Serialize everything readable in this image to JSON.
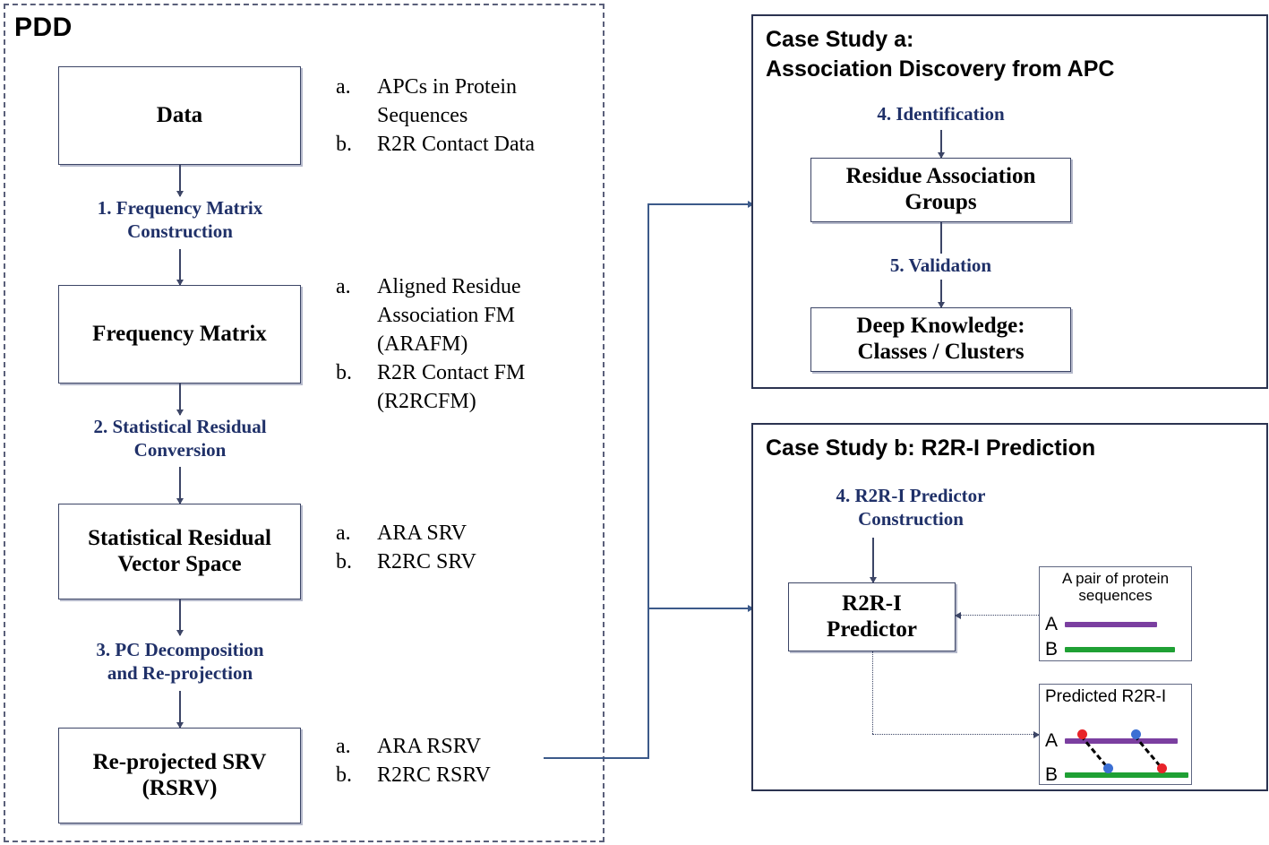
{
  "pdd": {
    "title": "PDD",
    "boxes": {
      "data": "Data",
      "frequency_matrix": "Frequency Matrix",
      "srv_space_line1": "Statistical Residual",
      "srv_space_line2": "Vector Space",
      "rsrv_line1": "Re-projected SRV",
      "rsrv_line2": "(RSRV)"
    },
    "steps": {
      "step1_line1": "1. Frequency Matrix",
      "step1_line2": "Construction",
      "step2_line1": "2. Statistical Residual",
      "step2_line2": "Conversion",
      "step3_line1": "3. PC Decomposition",
      "step3_line2": "and Re-projection"
    },
    "enum_data": [
      {
        "marker": "a.",
        "text": "APCs in Protein Sequences"
      },
      {
        "marker": "b.",
        "text": "R2R Contact Data"
      }
    ],
    "enum_freq": [
      {
        "marker": "a.",
        "text": "Aligned Residue Association FM (ARAFM)"
      },
      {
        "marker": "b.",
        "text": "R2R Contact FM (R2RCFM)"
      }
    ],
    "enum_srv": [
      {
        "marker": "a.",
        "text": "ARA SRV"
      },
      {
        "marker": "b.",
        "text": "R2RC SRV"
      }
    ],
    "enum_rsrv": [
      {
        "marker": "a.",
        "text": "ARA RSRV"
      },
      {
        "marker": "b.",
        "text": "R2RC RSRV"
      }
    ]
  },
  "case_a": {
    "title_line1": "Case Study a:",
    "title_line2": "Association Discovery from APC",
    "step4": "4. Identification",
    "step5": "5. Validation",
    "box_rag_line1": "Residue Association",
    "box_rag_line2": "Groups",
    "box_dk_line1": "Deep Knowledge:",
    "box_dk_line2": "Classes / Clusters"
  },
  "case_b": {
    "title": "Case Study b: R2R-I Prediction",
    "step4_line1": "4. R2R-I Predictor",
    "step4_line2": "Construction",
    "box_predictor_line1": "R2R-I",
    "box_predictor_line2": "Predictor",
    "card_pair": {
      "caption_line1": "A pair of protein",
      "caption_line2": "sequences",
      "label_a": "A",
      "label_b": "B"
    },
    "card_predicted": {
      "caption": "Predicted R2R-I",
      "label_a": "A",
      "label_b": "B"
    }
  },
  "colors": {
    "step_blue": "#1f3068",
    "box_border": "#3c4566",
    "panel_border": "#2b3350",
    "sequence_a_purple": "#7b3fa0",
    "sequence_b_green": "#1fa034",
    "dot_red": "#e8232a",
    "dot_blue": "#3b6fd4",
    "connector_blue": "#3c5a8a"
  }
}
